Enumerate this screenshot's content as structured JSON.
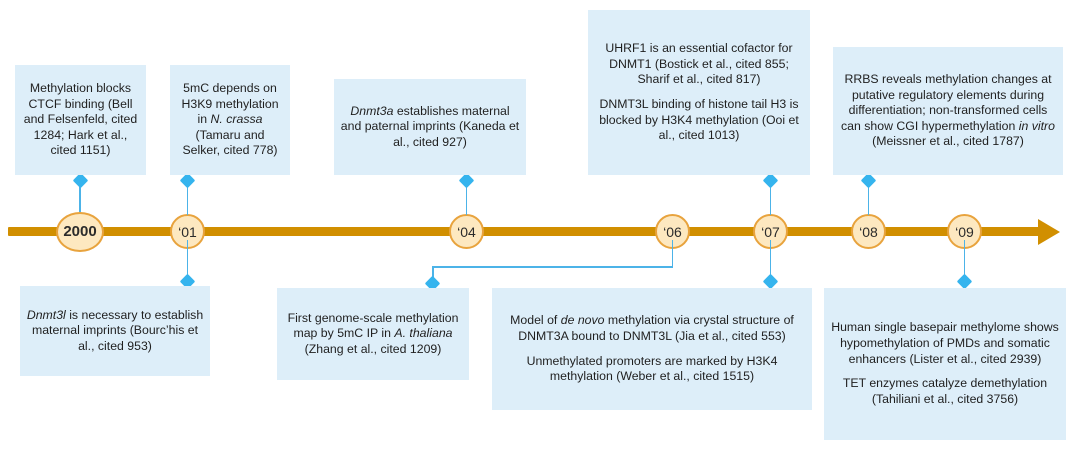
{
  "diagram": {
    "type": "timeline",
    "title": "DNA methylation research milestones timeline",
    "axis": {
      "direction": "left-to-right",
      "color": "#d18f00",
      "arrow_end": "right"
    },
    "colors": {
      "axis": "#d18f00",
      "year_fill": "#fde8c0",
      "year_border": "#e8a33d",
      "box_fill": "#ddeef9",
      "connector": "#4cb3e8",
      "diamond": "#35b4ee",
      "text": "#1f1f1f"
    }
  },
  "years": [
    {
      "label": "2000"
    },
    {
      "label": "‘01"
    },
    {
      "label": "‘04"
    },
    {
      "label": "‘06"
    },
    {
      "label": "‘07"
    },
    {
      "label": "‘08"
    },
    {
      "label": "‘09"
    }
  ],
  "events": [
    {
      "id": "ctcf",
      "year": "2000",
      "side": "above",
      "paragraphs": [
        [
          {
            "t": "Methylation blocks CTCF binding (Bell and Felsenfeld, cited 1284; Hark et al., cited 1151)",
            "style": "normal"
          }
        ]
      ]
    },
    {
      "id": "h3k9",
      "year": "‘01",
      "side": "above",
      "paragraphs": [
        [
          {
            "t": "5mC depends on H3K9 methylation in ",
            "style": "normal"
          },
          {
            "t": "N. crassa",
            "style": "italic"
          },
          {
            "t": " (Tamaru and Selker, cited 778)",
            "style": "normal"
          }
        ]
      ]
    },
    {
      "id": "dnmt3a",
      "year": "‘04",
      "side": "above",
      "paragraphs": [
        [
          {
            "t": "Dnmt3a",
            "style": "italic"
          },
          {
            "t": " establishes maternal and paternal imprints (Kaneda et al., cited 927)",
            "style": "normal"
          }
        ]
      ]
    },
    {
      "id": "uhrf1",
      "year": "‘07",
      "side": "above",
      "paragraphs": [
        [
          {
            "t": "UHRF1 is an essential cofactor for DNMT1 (Bostick et al., cited 855; Sharif et al., cited 817)",
            "style": "normal"
          }
        ],
        [
          {
            "t": "DNMT3L binding of histone tail H3 is blocked by H3K4 methylation (Ooi et al., cited 1013)",
            "style": "normal"
          }
        ]
      ]
    },
    {
      "id": "rrbs",
      "year": "‘08",
      "side": "above",
      "paragraphs": [
        [
          {
            "t": "RRBS reveals methylation changes at putative regulatory elements during differentiation; non-transformed cells can show CGI hypermethylation ",
            "style": "normal"
          },
          {
            "t": "in vitro",
            "style": "italic"
          },
          {
            "t": " (Meissner et al., cited 1787)",
            "style": "normal"
          }
        ]
      ]
    },
    {
      "id": "dnmt3l",
      "year": "‘01",
      "side": "below",
      "paragraphs": [
        [
          {
            "t": "Dnmt3l",
            "style": "italic"
          },
          {
            "t": " is necessary to establish maternal imprints (Bourc’his et al., cited 953)",
            "style": "normal"
          }
        ]
      ]
    },
    {
      "id": "thaliana",
      "year": "‘06",
      "side": "below",
      "paragraphs": [
        [
          {
            "t": "First genome-scale methylation map by 5mC IP in ",
            "style": "normal"
          },
          {
            "t": "A. thaliana",
            "style": "italic"
          },
          {
            "t": " (Zhang et al., cited 1209)",
            "style": "normal"
          }
        ]
      ]
    },
    {
      "id": "denovo",
      "year": "‘07",
      "side": "below",
      "paragraphs": [
        [
          {
            "t": "Model of ",
            "style": "normal"
          },
          {
            "t": "de novo",
            "style": "italic"
          },
          {
            "t": " methylation via crystal structure of DNMT3A bound to DNMT3L (Jia et al., cited 553)",
            "style": "normal"
          }
        ],
        [
          {
            "t": "Unmethylated promoters are marked by H3K4 methylation (Weber et al., cited 1515)",
            "style": "normal"
          }
        ]
      ]
    },
    {
      "id": "methylome",
      "year": "‘09",
      "side": "below",
      "paragraphs": [
        [
          {
            "t": "Human single basepair methylome shows hypomethylation of PMDs and somatic enhancers (Lister et al., cited 2939)",
            "style": "normal"
          }
        ],
        [
          {
            "t": "TET enzymes catalyze demethylation (Tahiliani et al., cited 3756)",
            "style": "normal"
          }
        ]
      ]
    }
  ]
}
